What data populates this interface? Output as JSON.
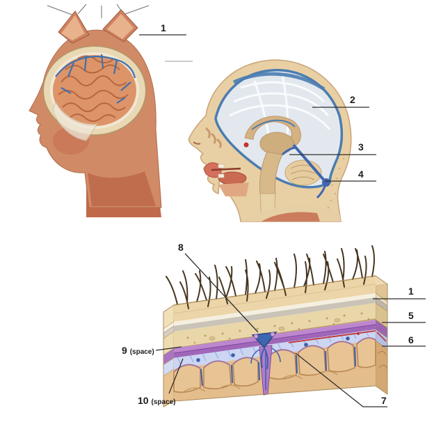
{
  "figure_labels": {
    "scalp_view": {
      "n1": "1"
    },
    "sagittal_view": {
      "n2": "2",
      "n3": "3",
      "n4": "4"
    },
    "layers_view": {
      "n8": "8",
      "n1": "1",
      "n5": "5",
      "n6": "6",
      "n7": "7",
      "n9": "9",
      "n9_suffix": "(space)",
      "n10": "10",
      "n10_suffix": "(space)"
    }
  },
  "colors": {
    "label_text": "#1c1c1c",
    "leader_line": "#2e2e2e",
    "skin": "#d18a66",
    "brain_pink": "#dd9468",
    "bone_cream": "#e9d8ab",
    "dura_purple": "#a670bd",
    "sinus_blue": "#3f66b0",
    "brain_tan": "#e3bd8c"
  }
}
